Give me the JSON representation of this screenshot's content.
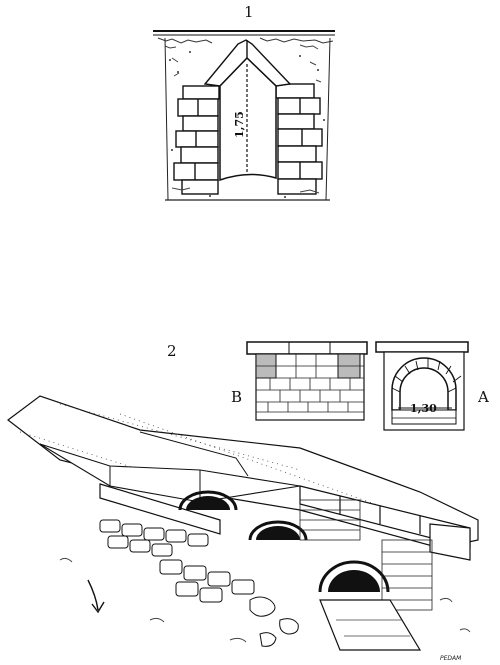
{
  "figure_1": {
    "number": "1",
    "dimension": "1,75"
  },
  "figure_2": {
    "number": "2",
    "section_b_label": "B",
    "section_a_label": "A",
    "dimension": "1,30",
    "signature": "PEDAM"
  }
}
